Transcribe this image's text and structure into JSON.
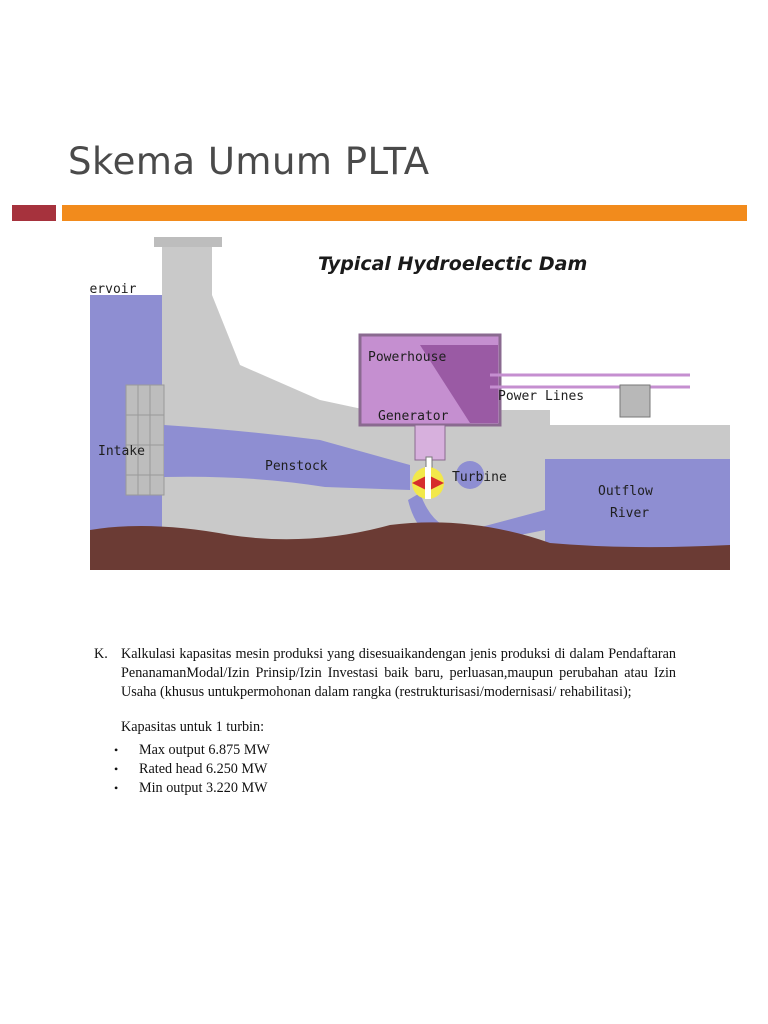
{
  "slide": {
    "title": "Skema Umum PLTA",
    "accent_colors": {
      "red": "#a6323d",
      "orange": "#f28b1c"
    }
  },
  "diagram": {
    "title": "Typical Hydroelectic Dam",
    "labels": {
      "reservoir": "Reservoir",
      "intake": "Intake",
      "penstock": "Penstock",
      "powerhouse": "Powerhouse",
      "generator": "Generator",
      "turbine": "Turbine",
      "power_lines": "Power Lines",
      "outflow": "Outflow",
      "river": "River"
    },
    "colors": {
      "water": "#8e8ed2",
      "concrete": "#c9c9c9",
      "powerhouse": "#c58fd0",
      "ground": "#6b3b34"
    }
  },
  "body": {
    "k_marker": "K.",
    "k_text": "Kalkulasi kapasitas mesin produksi yang disesuaikandengan jenis produksi di dalam Pendaftaran PenanamanModal/Izin Prinsip/Izin Investasi baik baru, perluasan,maupun perubahan atau Izin Usaha (khusus untukpermohonan dalam rangka (restrukturisasi/modernisasi/ rehabilitasi);",
    "capacity_intro": "Kapasitas untuk 1 turbin:",
    "bullet_symbol": "•",
    "bullets": [
      "Max output 6.875 MW",
      "Rated head 6.250 MW",
      "Min output 3.220 MW"
    ]
  }
}
